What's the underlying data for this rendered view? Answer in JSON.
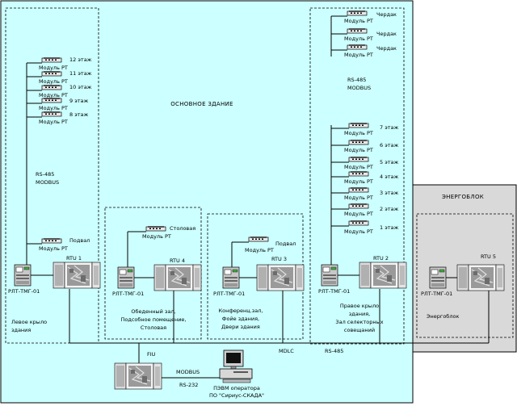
{
  "main_building": {
    "title": "ОСНОВНОЕ ЗДАНИЕ",
    "left_wing": {
      "floors": [
        "12 этаж",
        "11 этаж",
        "10 этаж",
        "9 этаж",
        "8 этаж"
      ],
      "bottom_floor": "Подвал",
      "module": "Модуль РТ",
      "bus": [
        "RS-485",
        "MODBUS"
      ],
      "controller": "РЛТ-ТМГ-01",
      "rtu": "RTU 1",
      "caption": [
        "Левое крыло",
        "здания"
      ]
    },
    "dining": {
      "module_label": "Столовая",
      "module": "Модуль РТ",
      "controller": "РЛТ-ТМГ-01",
      "rtu": "RTU 4",
      "caption": [
        "Обеденный зал,",
        "Подсобное помещение,",
        "Столовая"
      ]
    },
    "conference": {
      "module_label": "Подвал",
      "module": "Модуль РТ",
      "controller": "РЛТ-ТМГ-01",
      "rtu": "RTU 3",
      "caption": [
        "Конференц.зал,",
        "Фойе здания,",
        "Двери здания"
      ]
    },
    "right_wing": {
      "attic": [
        "Чердак",
        "Чердак",
        "Чердак"
      ],
      "floors": [
        "7 этаж",
        "6 этаж",
        "5 этаж",
        "4 этаж",
        "3 этаж",
        "2 этаж",
        "1 этаж"
      ],
      "module": "Модуль РТ",
      "bus": [
        "RS-485",
        "MODBUS"
      ],
      "controller": "РЛТ-ТМГ-01",
      "rtu": "RTU 2",
      "caption": [
        "Правое крыло",
        "здания,",
        "Зал селекторных",
        "совещаний"
      ]
    },
    "fiu": "FIU",
    "modbus": "MODBUS",
    "rs232": "RS-232",
    "mdlc": "MDLC",
    "rs485": "RS-485",
    "pc_caption": [
      "ПЭВМ оператора",
      "ПО \"Сириус-СКАДА\""
    ]
  },
  "power_unit": {
    "title": "ЭНЕРГОБЛОК",
    "controller": "РЛТ-ТМГ-01",
    "rtu": "RTU 5",
    "caption": "Энергоблок"
  },
  "colors": {
    "building_fill": "#ccffff",
    "power_fill": "#d9d9d9",
    "device_gray": "#bdbdbd"
  }
}
